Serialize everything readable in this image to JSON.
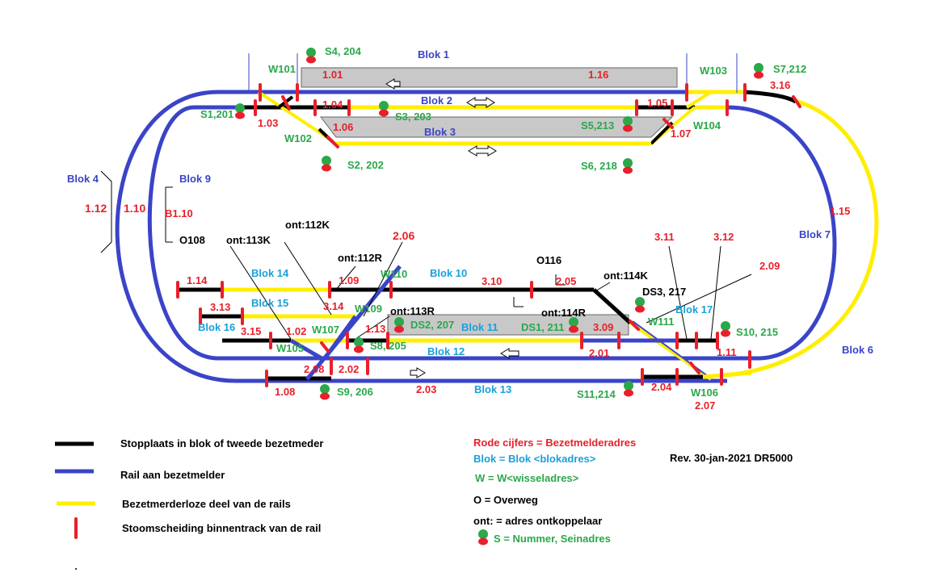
{
  "colors": {
    "stop": "#000000",
    "rail": "#3a44c8",
    "free": "#ffee00",
    "separator": "#e8202a",
    "platform": "#c8c8c8",
    "signal_green": "#2aa84a",
    "signal_red": "#e8202a"
  },
  "blocks": {
    "b1": "Blok 1",
    "b2": "Blok 2",
    "b3": "Blok 3",
    "b4": "Blok 4",
    "b6": "Blok 6",
    "b7": "Blok 7",
    "b9": "Blok 9",
    "b10": "Blok 10",
    "b11": "Blok 11",
    "b12": "Blok 12",
    "b13": "Blok 13",
    "b14": "Blok 14",
    "b15": "Blok 15",
    "b16": "Blok 16",
    "b17": "Blok 17"
  },
  "detectors": {
    "d101": "1.01",
    "d116": "1.16",
    "d104": "1.04",
    "d105": "1.05",
    "d103": "1.03",
    "d106": "1.06",
    "d107": "1.07",
    "d316": "3.16",
    "d112": "1.12",
    "d110": "1.10",
    "d115": "1.15",
    "d114": "1.14",
    "d109": "1.09",
    "d310": "3.10",
    "d205": "2.05",
    "d206": "2.06",
    "d313": "3.13",
    "d314": "3.14",
    "d315": "3.15",
    "d102": "1.02",
    "d113": "1.13",
    "d309": "3.09",
    "d201": "2.01",
    "d111": "1.11",
    "d208": "2.08",
    "d202": "2.02",
    "d108": "1.08",
    "d203": "2.03",
    "d204": "2.04",
    "d207": "2.07",
    "d311": "3.11",
    "d312": "3.12",
    "d209": "2.09",
    "b110": "B1.10"
  },
  "switches": {
    "w101": "W101",
    "w102": "W102",
    "w103": "W103",
    "w104": "W104",
    "w105": "W105",
    "w106": "W106",
    "w107": "W107",
    "w109": "W109",
    "w110": "W110",
    "w111": "W111"
  },
  "signals": {
    "s4": "S4, 204",
    "s1": "S1,201",
    "s3": "S3, 203",
    "s2": "S2, 202",
    "s5": "S5,213",
    "s6": "S6, 218",
    "s7": "S7,212",
    "s8": "S8, 205",
    "s9": "S9, 206",
    "s10": "S10, 215",
    "s11": "S11,214",
    "ds1": "DS1, 211",
    "ds2": "DS2, 207",
    "ds3": "DS3, 217"
  },
  "decouplers": {
    "c112k": "ont:112K",
    "c113k": "ont:113K",
    "c112r": "ont:112R",
    "c113r": "ont:113R",
    "c114r": "ont:114R",
    "c114k": "ont:114K"
  },
  "crossings": {
    "o108": "O108",
    "o116": "O116"
  },
  "legend": {
    "stop": "Stopplaats in blok of tweede bezetmeder",
    "rail": "Rail aan bezetmelder",
    "free": "Bezetmerderloze deel van de rails",
    "sep": "Stoomscheiding binnentrack van de rail",
    "red_numbers": "Rode cijfers = Bezetmelderadres",
    "block": "Blok = Blok <blokadres>",
    "switch": "W = W<wisseladres>",
    "crossing": "O = Overweg",
    "decoupler": "ont: = adres ontkoppelaar",
    "signal": "S = Nummer, Seinadres",
    "revision": "Rev. 30-jan-2021 DR5000"
  }
}
